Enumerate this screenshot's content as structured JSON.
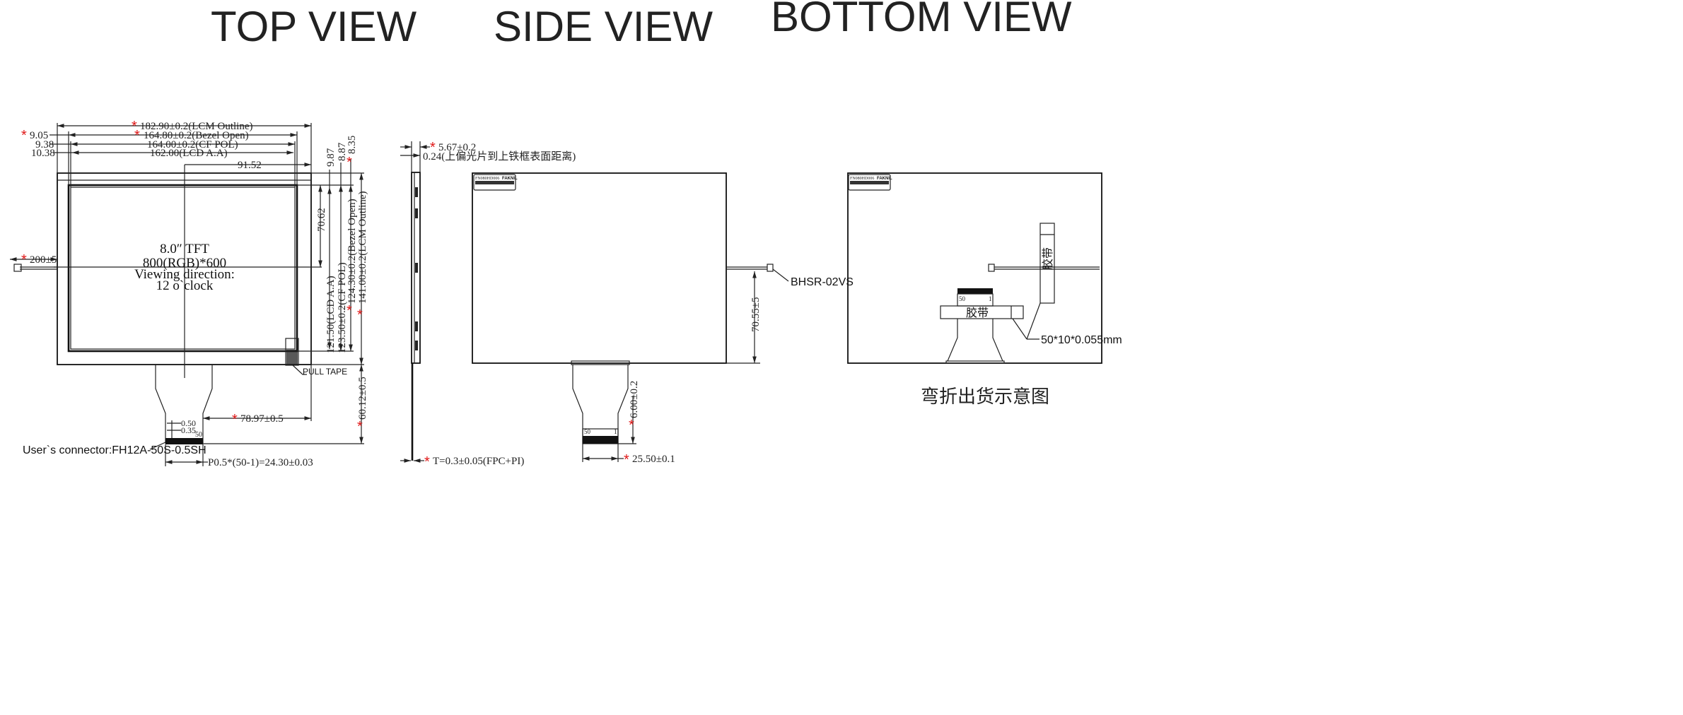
{
  "views": {
    "top": "TOP VIEW",
    "side": "SIDE VIEW",
    "bottom": "BOTTOM VIEW"
  },
  "top_view": {
    "dims": {
      "lcm_outline_w": "182.90±0.2(LCM Outline)",
      "bezel_open_w": "164.80±0.2(Bezel Open)",
      "cf_pol_w": "164.00±0.2(CF POL)",
      "lcd_aa_w": "162.00(LCD A.A)",
      "offset_9_05": "9.05",
      "offset_9_38": "9.38",
      "offset_10_38": "10.38",
      "center_91_52": "91.52",
      "offset_9_87": "9.87",
      "offset_8_87": "8.87",
      "offset_8_35": "8.35",
      "center_70_62": "70.62",
      "lcd_aa_h": "121.50(LCD A.A)",
      "cf_pol_h": "123.50±0.2(CF POL)",
      "bezel_open_h": "124.30±0.2(Bezel Open)",
      "lcm_outline_h": "141.00±0.2(LCM Outline)",
      "cable_len": "200±5",
      "fpc_offset": "78.97±0.5",
      "fpc_len": "60.12±0.5",
      "pin_0_50": "0.50",
      "pin_0_35": "0.35",
      "pin_50": "50",
      "pitch": "P0.5*(50-1)=24.30±0.03"
    },
    "center_text": [
      "8.0″ TFT",
      "800(RGB)*600",
      "Viewing direction:",
      "12 o`clock"
    ],
    "pull_tape": "PULL TAPE",
    "connector": "User`s connector:FH12A-50S-0.5SH"
  },
  "side_view": {
    "thickness_total": "5.67±0.2",
    "pol_gap": "0.24(上偏光片到上铁框表面距离)",
    "fpc_thickness": "T=0.3±0.05(FPC+PI)"
  },
  "middle_view": {
    "label_code": "FN080HD006",
    "brand": "FAKNIL",
    "connector": "BHSR-02VS",
    "cable_height": "70.55±5",
    "fpc_len": "6.00±0.2",
    "fpc_width": "25.50±0.1",
    "pin_50": "50",
    "pin_1": "1"
  },
  "bottom_view": {
    "label_code": "FN080HD006",
    "brand": "FAKNIL",
    "tape_vertical": "胶带",
    "tape_horizontal": "胶带",
    "pin_50": "50",
    "pin_1": "1",
    "tape_size": "50*10*0.055mm",
    "caption": "弯折出货示意图"
  },
  "star": "*"
}
